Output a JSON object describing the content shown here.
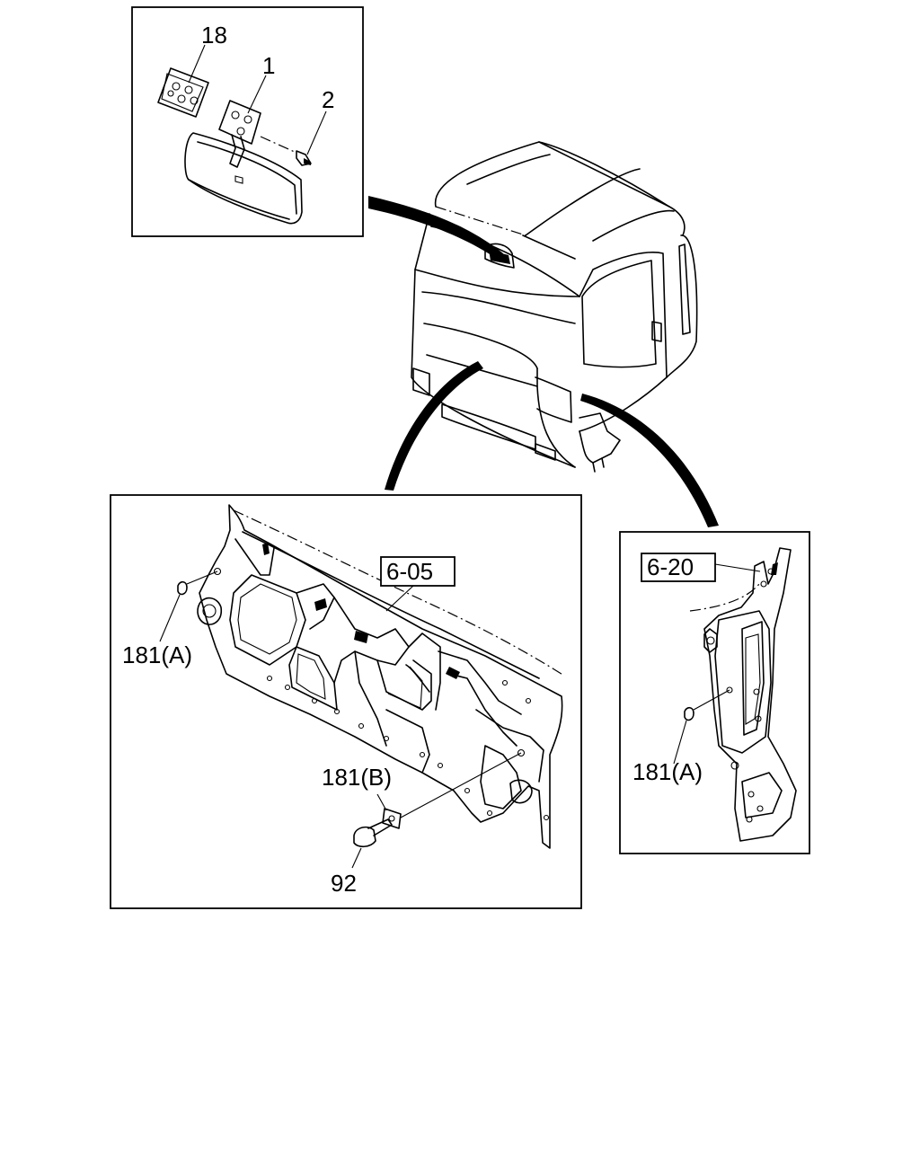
{
  "callouts": {
    "mirror_pad": "18",
    "mirror_bracket": "1",
    "mirror_screw": "2",
    "ref_cowl_panel": "6-05",
    "ref_pillar": "6-20",
    "plug_cowl": "181(A)",
    "plug_pillar": "181(A)",
    "plug_b": "181(B)",
    "bolt": "92"
  },
  "colors": {
    "ink": "#000000",
    "paper": "#ffffff"
  }
}
